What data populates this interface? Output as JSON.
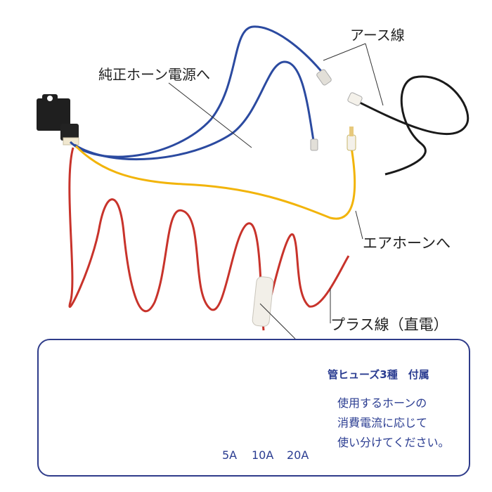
{
  "callouts": {
    "earth": "アース線",
    "horn_power": "純正ホーン電源へ",
    "air_horn": "エアホーンへ",
    "plus": "プラス線（直電）"
  },
  "inset": {
    "title": "管ヒューズ3種　付属",
    "description": [
      "使用するホーンの",
      "消費電流に応じて",
      "使い分けてください。"
    ],
    "fuses": [
      "5A",
      "10A",
      "20A"
    ]
  },
  "colors": {
    "blue_wire": "#2b4aa0",
    "yellow_wire": "#f2b40a",
    "red_wire": "#c8332b",
    "black_wire": "#1a1a1a",
    "inset_border": "#2f3c8a",
    "inset_text": "#2a3c91"
  }
}
